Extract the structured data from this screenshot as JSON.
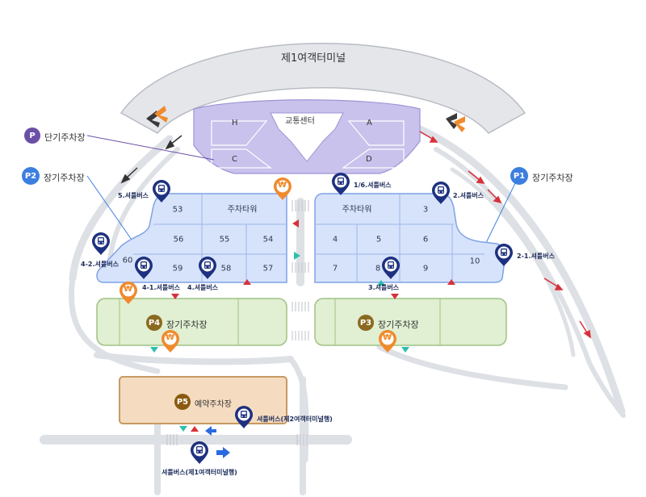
{
  "terminal_name": "제1여객터미널",
  "transport_center": {
    "label": "교통센터",
    "zones": [
      "H",
      "A",
      "C",
      "D"
    ]
  },
  "parking_lots": {
    "p_short": {
      "badge": "P",
      "label": "단기주차장",
      "color": "#6b4fa6"
    },
    "p1": {
      "badge": "P1",
      "label": "장기주차장",
      "color": "#3d7fe0"
    },
    "p2": {
      "badge": "P2",
      "label": "장기주차장",
      "color": "#3d7fe0"
    },
    "p3": {
      "badge": "P3",
      "label": "장기주차장",
      "color": "#8a6a1f"
    },
    "p4": {
      "badge": "P4",
      "label": "장기주차장",
      "color": "#8a6a1f"
    },
    "p5": {
      "badge": "P5",
      "label": "예약주차장",
      "color": "#8a5a10"
    }
  },
  "west_block": {
    "tower": "주차타워",
    "cells": [
      "53",
      "56",
      "55",
      "54",
      "60",
      "59",
      "58",
      "57"
    ]
  },
  "east_block": {
    "tower": "주차타워",
    "cells": [
      "3",
      "4",
      "5",
      "6",
      "10",
      "7",
      "8",
      "9"
    ]
  },
  "shuttle_stops": [
    "5.셔틀버스",
    "1/6.셔틀버스",
    "2.셔틀버스",
    "4-2.셔틀버스",
    "4-1.셔틀버스",
    "4.셔틀버스",
    "3.셔틀버스",
    "2-1.셔틀버스",
    "셔틀버스(제2여객터미널행)",
    "셔틀버스(제1여객터미널행)"
  ],
  "payment_symbol": "₩",
  "colors": {
    "road": "#dcdfe4",
    "terminal": "#e4e6ea",
    "transport_center": "#c9c2ec",
    "parking_blue": "#d6e3fb",
    "parking_blue_border": "#7fa2e6",
    "parking_green": "#e1efd3",
    "parking_green_border": "#9fc383",
    "parking_reserved": "#f5dcc0",
    "parking_reserved_border": "#c69a63",
    "shuttle_pin": "#1e3180",
    "payment_pin": "#f08a2c",
    "arrow_red": "#d9303a",
    "arrow_blue": "#2a6ae0"
  }
}
